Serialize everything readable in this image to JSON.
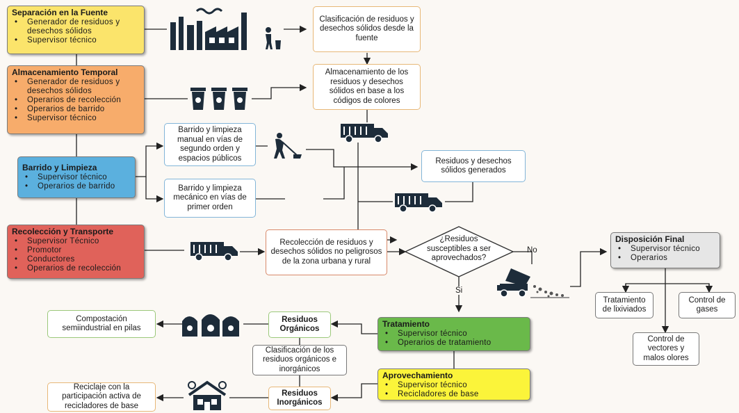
{
  "roles": {
    "separacion": {
      "title": "Separación en la Fuente",
      "items": [
        "Generador de residuos y desechos sólidos",
        "Supervisor técnico"
      ],
      "color": "#fbe46b"
    },
    "almacenamiento": {
      "title": "Almacenamiento Temporal",
      "items": [
        "Generador de residuos y desechos sólidos",
        "Operarios de recolección",
        "Operarios de barrido",
        "Supervisor técnico"
      ],
      "color": "#f7ac6b"
    },
    "barrido": {
      "title": "Barrido y Limpieza",
      "items": [
        "Supervisor técnico",
        "Operarios de barrido"
      ],
      "color": "#5bb0de"
    },
    "recoleccion": {
      "title": "Recolección y Transporte",
      "items": [
        "Supervisor Técnico",
        "Promotor",
        "Conductores",
        "Operarios de recolección"
      ],
      "color": "#e0625a"
    },
    "disposicion": {
      "title": "Disposición Final",
      "items": [
        "Supervisor técnico",
        "Operarios"
      ],
      "color": "#e6e6e6"
    },
    "tratamiento": {
      "title": "Tratamiento",
      "items": [
        "Supervisor técnico",
        "Operarios de tratamiento"
      ],
      "color": "#6ab94a"
    },
    "aprovechamiento": {
      "title": "Aprovechamiento",
      "items": [
        "Supervisor técnico",
        "Recicladores de base"
      ],
      "color": "#fbf43a"
    }
  },
  "processes": {
    "clasificacion_fuente": "Clasificación de residuos y desechos sólidos desde la fuente",
    "almacenamiento_colores": "Almacenamiento de los residuos y desechos sólidos en base a los códigos de colores",
    "barrido_manual": "Barrido y limpieza manual en vías de segundo orden y espacios públicos",
    "barrido_mecanico": "Barrido y limpieza mecánico en vías de primer orden",
    "residuos_generados": "Residuos y desechos sólidos generados",
    "recoleccion_no_peligrosos": "Recolección de residuos y desechos sólidos no peligrosos de la zona urbana y rural",
    "decision": "¿Residuos susceptibles a ser aprovechados?",
    "decision_no": "No",
    "decision_si": "Si",
    "lixiviados": "Tratamiento de lixiviados",
    "control_gases": "Control de gases",
    "control_vectores": "Control de vectores y malos olores",
    "compostacion": "Compostación semiindustrial en pilas",
    "organicos": "Residuos Orgánicos",
    "clasificacion_organicos": "Clasificación de los residuos orgánicos e inorgánicos",
    "inorganicos": "Residuos Inorgánicos",
    "reciclaje": "Reciclaje con la participación activa de recicladores de base"
  },
  "icons": [
    "factory-icon",
    "person-with-bin-icon",
    "waste-bins-icon",
    "garbage-truck-icon",
    "sweeper-icon",
    "dump-truck-icon",
    "compost-bags-icon",
    "recycling-house-icon"
  ]
}
